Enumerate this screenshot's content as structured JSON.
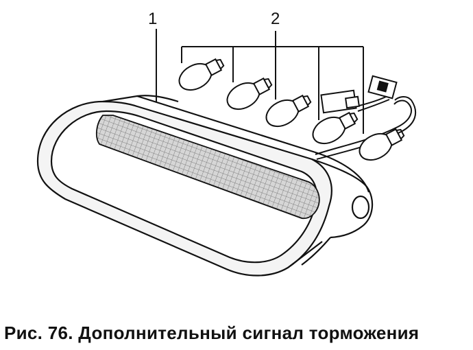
{
  "figure": {
    "callouts": {
      "lamp_assembly": "1",
      "bulbs": "2"
    },
    "caption": "Рис. 76. Дополнительный сигнал торможения"
  },
  "colors": {
    "line": "#111111",
    "lens_fill": "#cfcfcf",
    "hatch": "#8a8a8a",
    "background": "#ffffff"
  }
}
